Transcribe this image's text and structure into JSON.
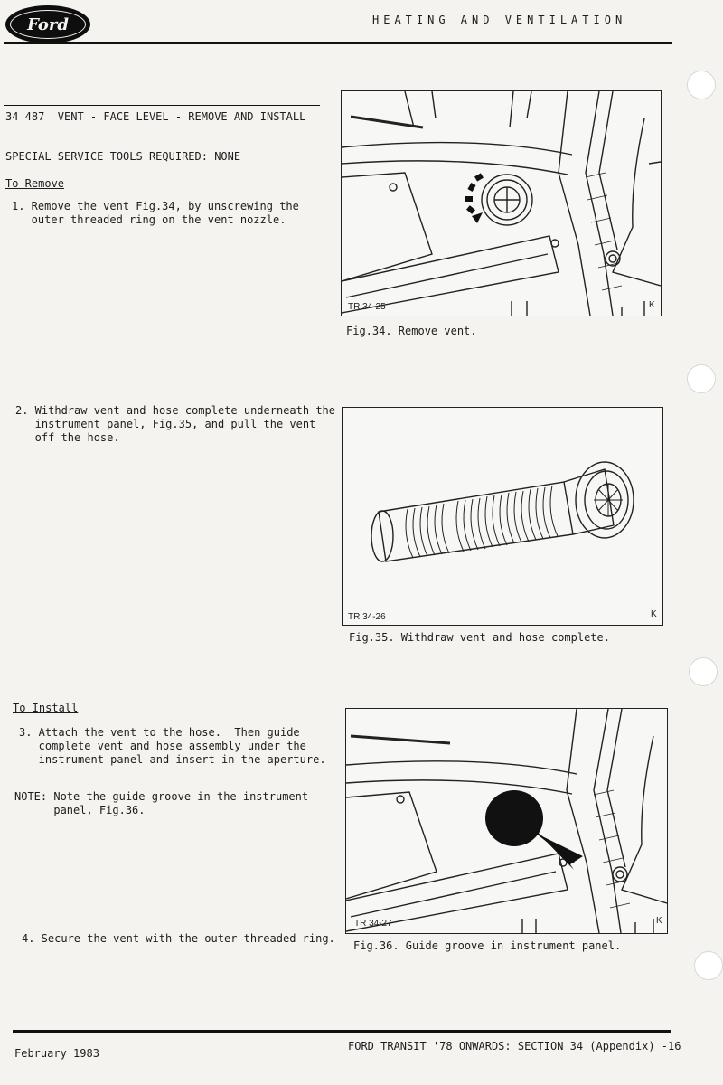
{
  "header": {
    "logo_text": "Ford",
    "title": "HEATING AND VENTILATION"
  },
  "section": {
    "title": "34 487  VENT - FACE LEVEL - REMOVE AND INSTALL",
    "tools": "SPECIAL SERVICE TOOLS REQUIRED: NONE",
    "remove_heading": "To Remove",
    "step1_line1": "1. Remove the vent Fig.34, by unscrewing the",
    "step1_line2": "   outer threaded ring on the vent nozzle.",
    "step2_line1": "2. Withdraw vent and hose complete underneath the",
    "step2_line2": "   instrument panel, Fig.35, and pull the vent",
    "step2_line3": "   off the hose.",
    "install_heading": "To Install",
    "step3_line1": "3. Attach the vent to the hose.  Then guide",
    "step3_line2": "   complete vent and hose assembly under the",
    "step3_line3": "   instrument panel and insert in the aperture.",
    "note_line1": "NOTE: Note the guide groove in the instrument",
    "note_line2": "      panel, Fig.36.",
    "step4": "4. Secure the vent with the outer threaded ring."
  },
  "figures": [
    {
      "ref": "TR 34-25",
      "mark": "K",
      "caption": "Fig.34. Remove vent."
    },
    {
      "ref": "TR 34-26",
      "mark": "K",
      "caption": "Fig.35. Withdraw vent and hose complete."
    },
    {
      "ref": "TR 34-27",
      "mark": "K",
      "caption": "Fig.36. Guide groove in instrument panel."
    }
  ],
  "footer": {
    "date": "February 1983",
    "publication": "FORD TRANSIT '78 ONWARDS: SECTION 34 (Appendix) -16"
  }
}
